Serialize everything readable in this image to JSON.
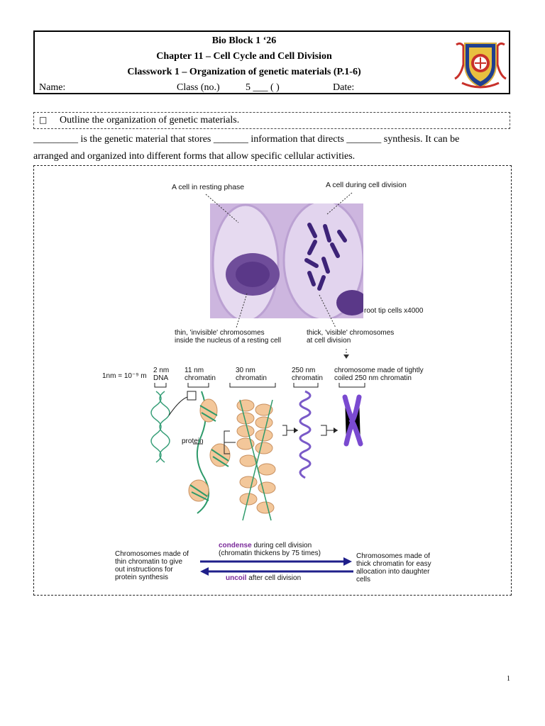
{
  "header": {
    "course": "Bio Block 1 ‘26",
    "chapter": "Chapter 11 – Cell Cycle and Cell Division",
    "classwork": "Classwork 1 – Organization of genetic materials (P.1-6)",
    "name_label": "Name:",
    "class_label": "Class (no.)",
    "class_value": "5 ___ (    )",
    "date_label": "Date:"
  },
  "objective": {
    "checkbox": "□",
    "text": "Outline the organization of genetic materials."
  },
  "paragraph": {
    "line1": "_________ is the genetic material that stores _______ information that directs _______ synthesis. It can be",
    "line2": "arranged and organized into different forms that allow specific cellular activities."
  },
  "figure": {
    "resting_cell_label": "A cell in resting phase",
    "dividing_cell_label": "A cell during cell division",
    "magnification": "root tip cells x4000",
    "thin_label_1": "thin, 'invisible' chromosomes",
    "thin_label_2": "inside the nucleus of a resting cell",
    "thick_label_1": "thick, 'visible' chromosomes",
    "thick_label_2": "at cell division",
    "scale_note": "1nm = 10⁻⁹ m",
    "dna_1": "2 nm",
    "dna_2": "DNA",
    "c11_1": "11 nm",
    "c11_2": "chromatin",
    "c30_1": "30 nm",
    "c30_2": "chromatin",
    "c250_1": "250 nm",
    "c250_2": "chromatin",
    "chromo_1": "chromosome made of tightly",
    "chromo_2": "coiled 250 nm chromatin",
    "protein": "protein",
    "left_desc": [
      "Chromosomes made of",
      "thin chromatin to give",
      "out instructions for",
      "protein synthesis"
    ],
    "right_desc": [
      "Chromosomes made of",
      "thick chromatin for easy",
      "allocation into daughter",
      "cells"
    ],
    "condense_word": "condense",
    "condense_rest": " during cell division",
    "condense_note": "(chromatin thickens by 75 times)",
    "uncoil_word": "uncoil",
    "uncoil_rest": " after cell division"
  },
  "page_number": "1",
  "colors": {
    "arrow": "#1f1f8a",
    "accent_purple": "#7a2a9a",
    "cell_purple": "#c8b0dc",
    "chromatin_green": "#2e9a6a",
    "nucleosome": "#f3c79a"
  }
}
